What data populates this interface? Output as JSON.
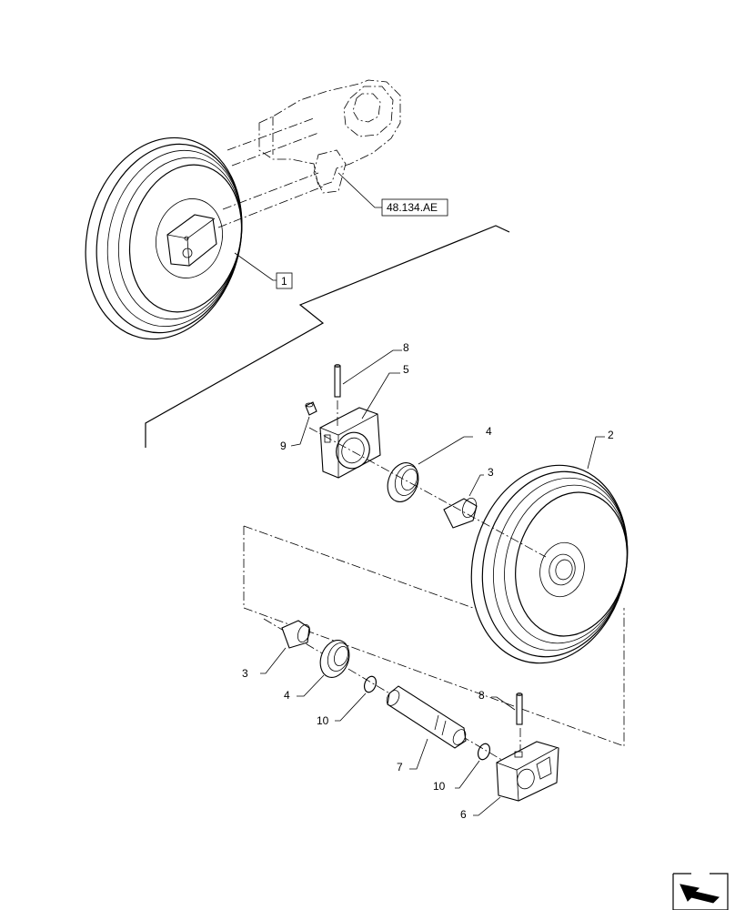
{
  "callouts": {
    "ref_48": "48.134.AE",
    "ref_1": "1",
    "c8_top": "8",
    "c5": "5",
    "c9": "9",
    "c4_top": "4",
    "c2": "2",
    "c3_top": "3",
    "c3_bottom": "3",
    "c4_bottom": "4",
    "c10_left": "10",
    "c7": "7",
    "c8_bottom": "8",
    "c10_bottom": "10",
    "c6": "6"
  },
  "icons": {
    "nav": "arrow-navigation-icon"
  }
}
